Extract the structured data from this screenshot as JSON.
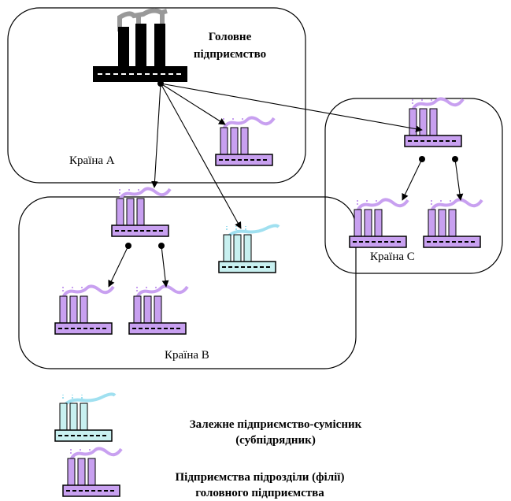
{
  "head_office": {
    "line1": "Головне",
    "line2": "підприємство"
  },
  "countries": {
    "a": "Країна А",
    "b": "Країна В",
    "c": "Країна С"
  },
  "legend": {
    "partner_line1": "Залежне підприємство-сумісник",
    "partner_line2": "(субпідрядник)",
    "branch_line1": "Підприємства підрозділи (філії)",
    "branch_line2": "головного підприємства"
  },
  "colors": {
    "head_factory": "#000000",
    "branch_factory": "#c8a0f0",
    "partner_factory": "#c8f0f0",
    "partner_smoke": "#a0e0f0",
    "branch_smoke": "#c8a0f0"
  },
  "icons": {
    "head_factory": "factory-icon",
    "branch_factory": "factory-icon",
    "partner_factory": "factory-icon"
  }
}
